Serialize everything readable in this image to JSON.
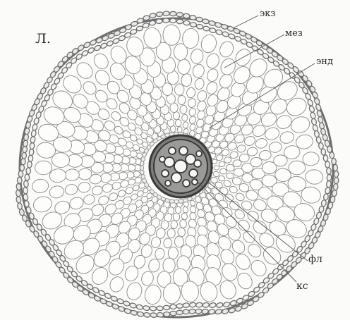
{
  "figure": {
    "letter": "Л.",
    "labels": {
      "exodermis": "экз",
      "mesoderm": "мез",
      "endodermis": "энд",
      "phloem": "фл",
      "xylem": "кс"
    }
  },
  "colors": {
    "background": "#fbfbfa",
    "outer_layer": "#6f6f6f",
    "cell_wall": "#8a8a8a",
    "stele_dark": "#3a3a3a",
    "leader_line": "#555555"
  }
}
